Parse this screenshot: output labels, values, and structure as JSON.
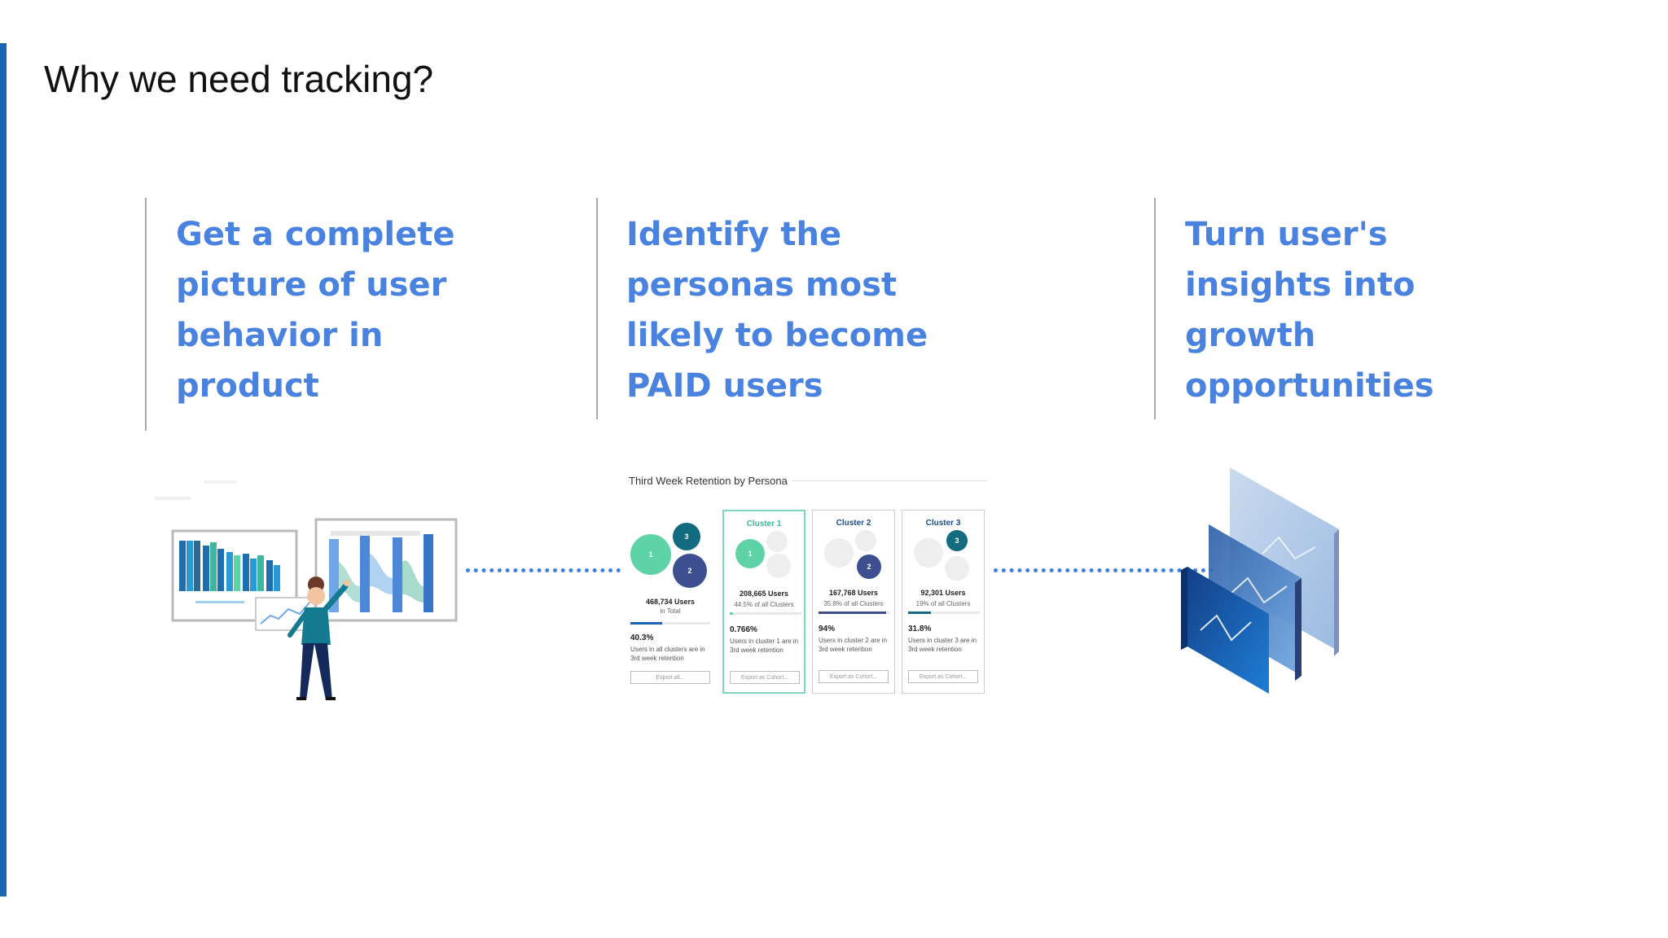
{
  "slide": {
    "title": "Why we need tracking?"
  },
  "columns": [
    {
      "lines": [
        "Get a complete",
        "picture of user",
        "behavior in",
        "product"
      ]
    },
    {
      "lines": [
        "Identify the",
        "personas most",
        "likely to become",
        "PAID users"
      ]
    },
    {
      "lines": [
        "Turn user's",
        "insights into",
        "growth",
        "opportunities"
      ]
    }
  ],
  "persona_panel": {
    "title": "Third Week Retention by Persona",
    "total": {
      "circles": [
        "1",
        "3",
        "2"
      ],
      "users": "468,734 Users",
      "sub": "in Total",
      "pct": "40.3%",
      "desc": "Users in all clusters are in 3rd week retention",
      "progress": 0.403,
      "button": "Export all..."
    },
    "cards": [
      {
        "title": "Cluster 1",
        "badge": "1",
        "users": "208,665 Users",
        "share": "44.5% of all Clusters",
        "pct": "0.766%",
        "desc": "Users in cluster 1 are in 3rd week retention",
        "progress": 0.05,
        "button": "Export as Cohort..."
      },
      {
        "title": "Cluster 2",
        "badge": "2",
        "users": "167,768 Users",
        "share": "35.8% of all Clusters",
        "pct": "94%",
        "desc": "Users in cluster 2 are in 3rd week retention",
        "progress": 0.94,
        "button": "Export as Cohort..."
      },
      {
        "title": "Cluster 3",
        "badge": "3",
        "users": "92,301 Users",
        "share": "19% of all Clusters",
        "pct": "31.8%",
        "desc": "Users in cluster 3 are in 3rd week retention",
        "progress": 0.318,
        "button": "Export as Cohort..."
      }
    ]
  },
  "colors": {
    "accent_bar": "#1a64b4",
    "heading_blue": "#4a82e0",
    "teal": "#5fd3a8",
    "navy": "#3d4f8f",
    "dark_teal": "#126b7e"
  }
}
